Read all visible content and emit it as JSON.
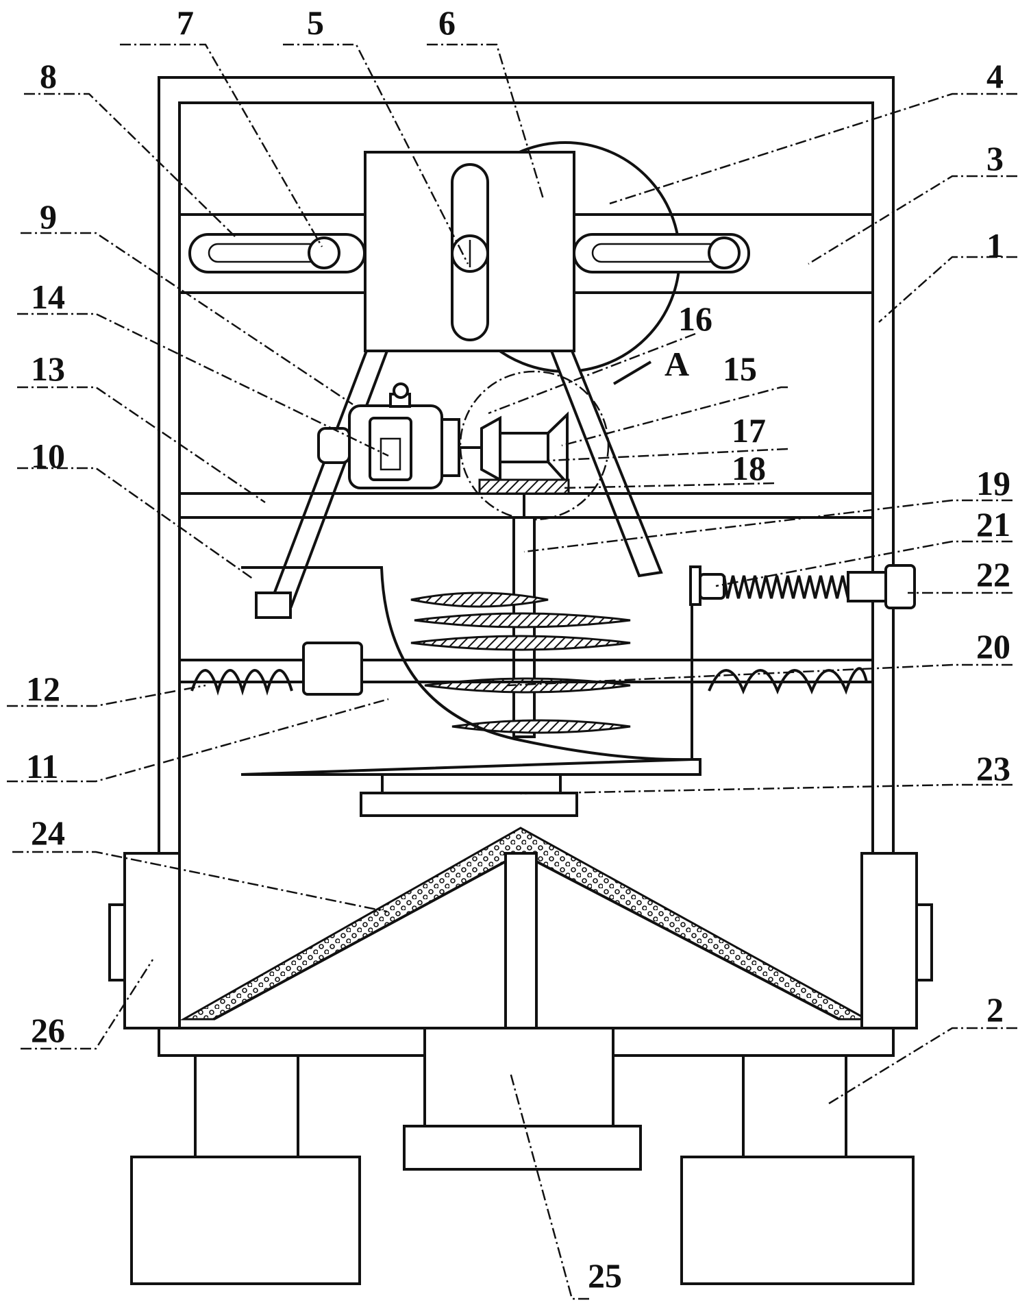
{
  "diagram": {
    "labels": [
      {
        "key": "n1",
        "text": "1"
      },
      {
        "key": "n2",
        "text": "2"
      },
      {
        "key": "n3",
        "text": "3"
      },
      {
        "key": "n4",
        "text": "4"
      },
      {
        "key": "n5",
        "text": "5"
      },
      {
        "key": "n6",
        "text": "6"
      },
      {
        "key": "n7",
        "text": "7"
      },
      {
        "key": "n8",
        "text": "8"
      },
      {
        "key": "n9",
        "text": "9"
      },
      {
        "key": "n10",
        "text": "10"
      },
      {
        "key": "n11",
        "text": "11"
      },
      {
        "key": "n12",
        "text": "12"
      },
      {
        "key": "n13",
        "text": "13"
      },
      {
        "key": "n14",
        "text": "14"
      },
      {
        "key": "n15",
        "text": "15"
      },
      {
        "key": "n16",
        "text": "16"
      },
      {
        "key": "n17",
        "text": "17"
      },
      {
        "key": "n18",
        "text": "18"
      },
      {
        "key": "n19",
        "text": "19"
      },
      {
        "key": "n20",
        "text": "20"
      },
      {
        "key": "n21",
        "text": "21"
      },
      {
        "key": "n22",
        "text": "22"
      },
      {
        "key": "n23",
        "text": "23"
      },
      {
        "key": "n24",
        "text": "24"
      },
      {
        "key": "n25",
        "text": "25"
      },
      {
        "key": "n26",
        "text": "26"
      },
      {
        "key": "detailA",
        "text": "A"
      }
    ]
  }
}
